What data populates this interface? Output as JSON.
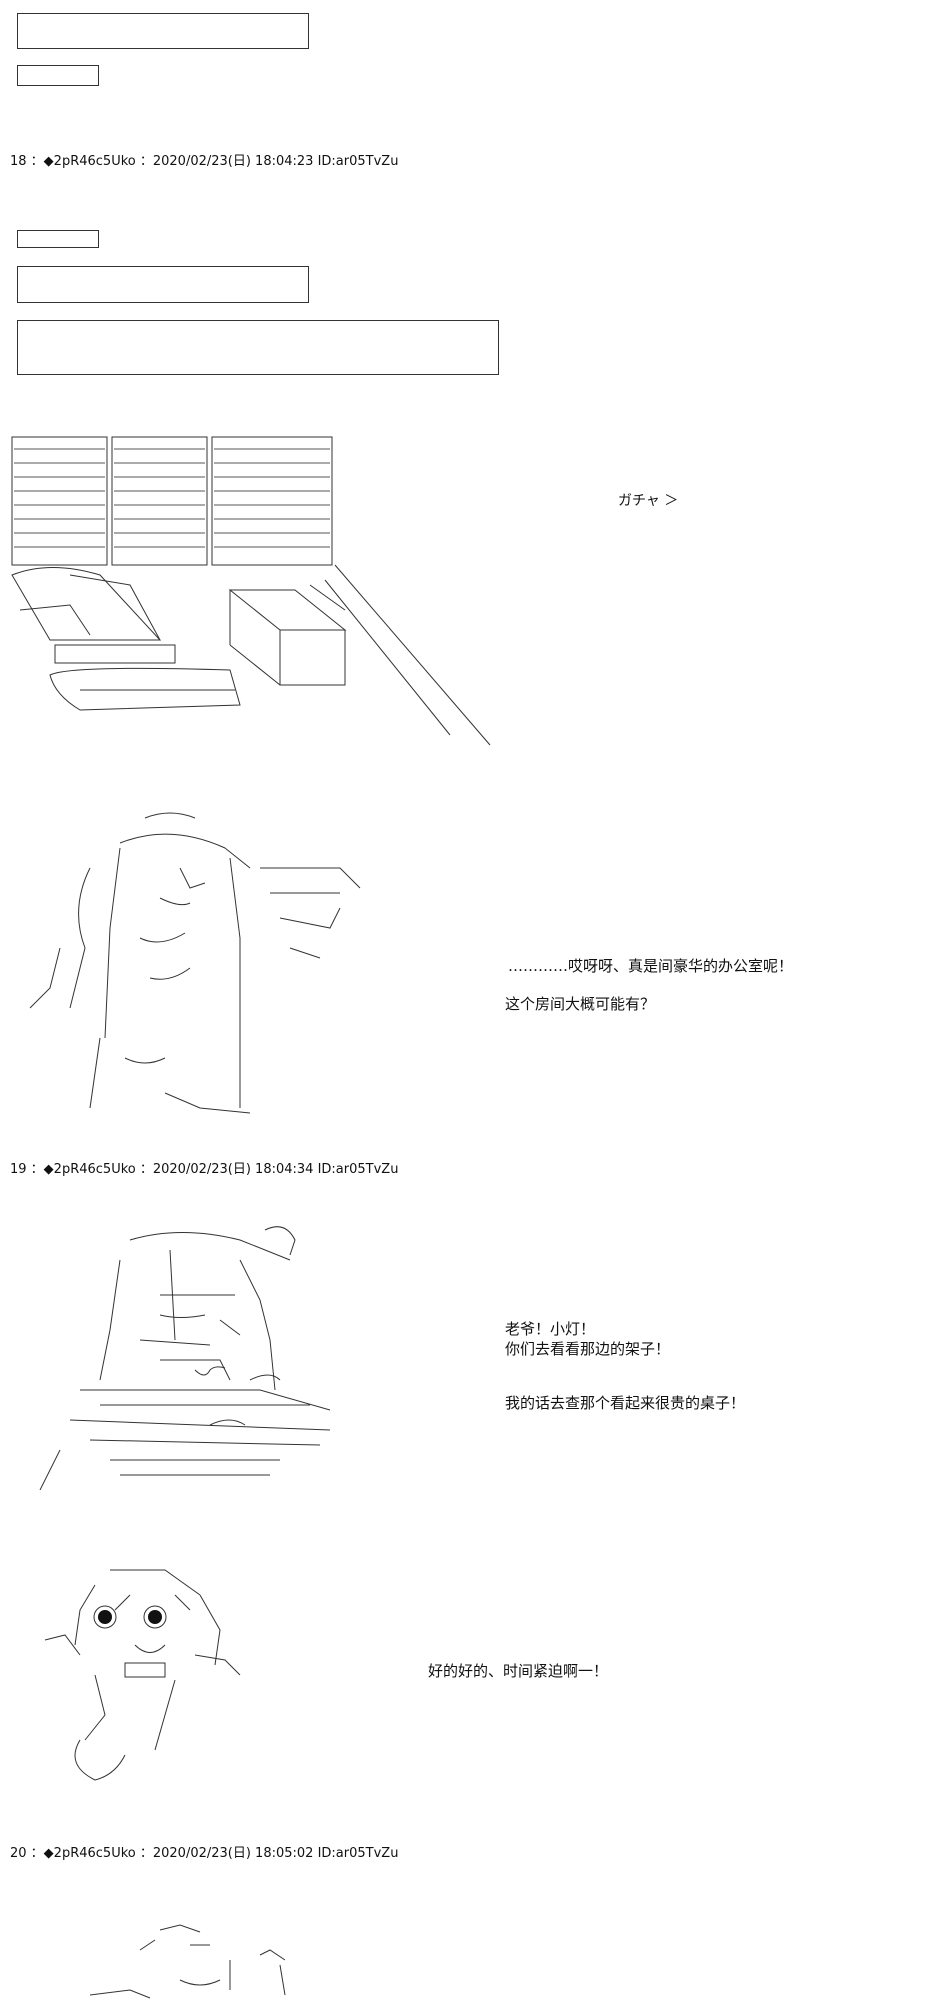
{
  "posts": [
    {
      "header": "18 ：◆2pR46c5Uko ：2020/02/23(日) 18:04:23 ID:ar05TvZu"
    },
    {
      "header": "19 ：◆2pR46c5Uko ：2020/02/23(日) 18:04:34 ID:ar05TvZu"
    },
    {
      "header": "20 ：◆2pR46c5Uko ：2020/02/23(日) 18:05:02 ID:ar05TvZu"
    }
  ],
  "scene1": {
    "sfx": "ガチャ ＞"
  },
  "scene2": {
    "lines": [
      "…………哎呀呀、真是间豪华的办公室呢！",
      "这个房间大概可能有？"
    ]
  },
  "scene3": {
    "lines": [
      "老爷！小灯！",
      "你们去看看那边的架子！",
      "我的话去查那个看起来很贵的桌子！"
    ]
  },
  "scene4": {
    "line": "好的好的、时间紧迫啊一！"
  },
  "colors": {
    "ink": "#111111",
    "line": "#333333",
    "background": "#ffffff"
  }
}
